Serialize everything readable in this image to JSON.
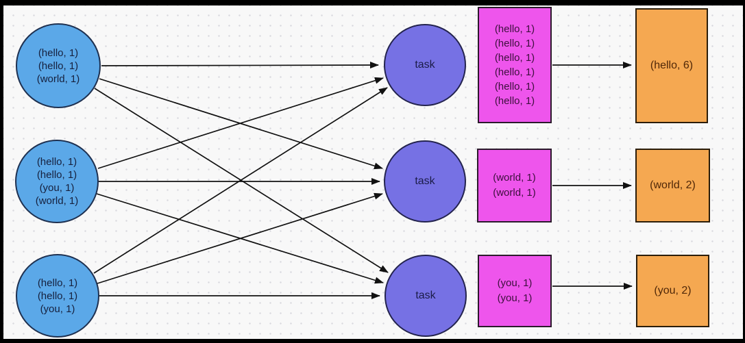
{
  "colors": {
    "frame": "#000000",
    "background": "#F8F8F8",
    "arrow": "#111111",
    "mapper_fill": "#5BA8E8",
    "mapper_border": "#1E3050",
    "task_fill": "#7671E4",
    "task_border": "#23234E",
    "group_fill": "#EE55EC",
    "group_border": "#2B1A2B",
    "result_fill": "#F5A851",
    "result_border": "#2B1D0A"
  },
  "mappers": [
    {
      "lines": [
        "(hello, 1)",
        "(hello, 1)",
        "(world, 1)"
      ]
    },
    {
      "lines": [
        "(hello, 1)",
        "(hello, 1)",
        "(you, 1)",
        "(world, 1)"
      ]
    },
    {
      "lines": [
        "(hello, 1)",
        "(hello, 1)",
        "(you, 1)"
      ]
    }
  ],
  "tasks": [
    {
      "label": "task"
    },
    {
      "label": "task"
    },
    {
      "label": "task"
    }
  ],
  "groups": [
    {
      "lines": [
        "(hello, 1)",
        "(hello, 1)",
        "(hello, 1)",
        "(hello, 1)",
        "(hello, 1)",
        "(hello, 1)"
      ]
    },
    {
      "lines": [
        "(world, 1)",
        "(world, 1)"
      ]
    },
    {
      "lines": [
        "(you, 1)",
        "(you, 1)"
      ]
    }
  ],
  "results": [
    {
      "label": "(hello, 6)"
    },
    {
      "label": "(world, 2)"
    },
    {
      "label": "(you, 2)"
    }
  ]
}
